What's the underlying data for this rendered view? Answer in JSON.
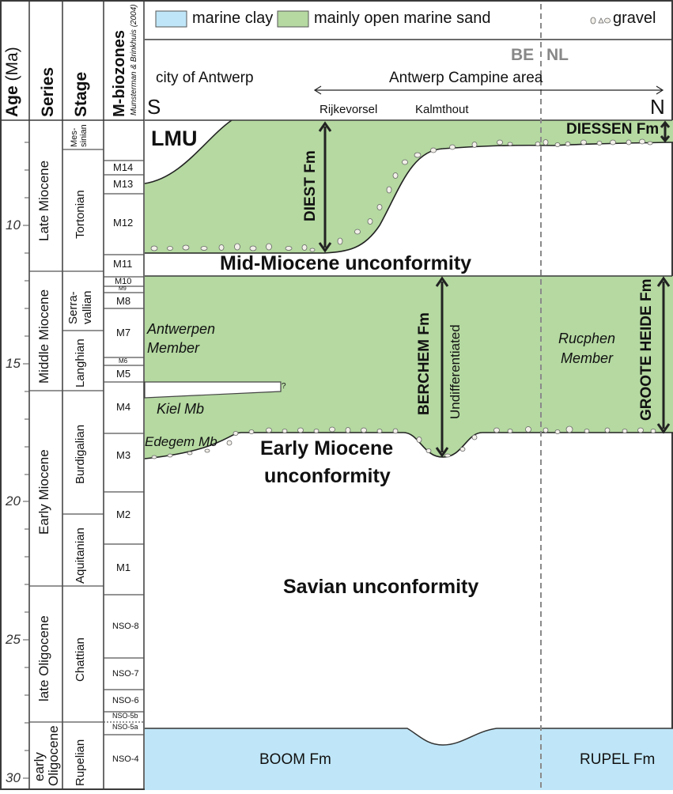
{
  "header": {
    "age_label": "Age",
    "age_unit": "(Ma)",
    "series_label": "Series",
    "stage_label": "Stage",
    "mzones_label": "M-biozones",
    "mzones_source": "Munsterman & Brinkhuis (2004)"
  },
  "legend": {
    "items": [
      {
        "label": "marine clay",
        "color": "#bfe6f8"
      },
      {
        "label": "mainly open marine sand",
        "color": "#b5d9a1"
      },
      {
        "label": "gravel",
        "color": "#f3f0ea"
      }
    ]
  },
  "section": {
    "south": "S",
    "north": "N",
    "city": "city of Antwerp",
    "campine": "Antwerp Campine area",
    "border_be": "BE",
    "border_nl": "NL",
    "locality_1": "Rijkevorsel",
    "locality_2": "Kalmthout"
  },
  "ages": [
    {
      "label": "10",
      "ma": 10
    },
    {
      "label": "15",
      "ma": 15
    },
    {
      "label": "20",
      "ma": 20
    },
    {
      "label": "25",
      "ma": 25
    },
    {
      "label": "30",
      "ma": 30
    }
  ],
  "series": [
    {
      "label": "Late Miocene"
    },
    {
      "label": "Middle Miocene"
    },
    {
      "label": "Early Miocene"
    },
    {
      "label": "late Oligocene"
    },
    {
      "label_1": "early",
      "label_2": "Oligocene"
    }
  ],
  "stages": [
    {
      "label_1": "Mes-",
      "label_2": "sinian"
    },
    {
      "label": "Tortonian"
    },
    {
      "label_1": "Serra-",
      "label_2": "vallian"
    },
    {
      "label": "Langhian"
    },
    {
      "label": "Burdigalian"
    },
    {
      "label": "Aquitanian"
    },
    {
      "label": "Chattian"
    },
    {
      "label": "Rupelian"
    }
  ],
  "mzones": [
    "M14",
    "M13",
    "M12",
    "M11",
    "M10",
    "M9",
    "M8",
    "M7",
    "M6",
    "M5",
    "M4",
    "M3",
    "M2",
    "M1",
    "NSO-8",
    "NSO-7",
    "NSO-6",
    "NSO-5b",
    "NSO-5a",
    "NSO-4"
  ],
  "units": {
    "lmu": "LMU",
    "diest": "DIEST Fm",
    "diessen": "DIESSEN Fm",
    "mid_miocene": "Mid-Miocene unconformity",
    "antwerpen_1": "Antwerpen",
    "antwerpen_2": "Member",
    "kiel": "Kiel Mb",
    "edegem": "Edegem Mb",
    "berchem": "BERCHEM Fm",
    "undiff": "Undifferentiated",
    "rucphen_1": "Rucphen",
    "rucphen_2": "Member",
    "groote_heide": "GROOTE HEIDE Fm",
    "early_miocene_1": "Early Miocene",
    "early_miocene_2": "unconformity",
    "savian": "Savian unconformity",
    "boom": "BOOM Fm",
    "rupel": "RUPEL Fm",
    "question": "?"
  },
  "colors": {
    "sand": "#b5d9a1",
    "clay": "#bfe6f8",
    "line": "#3a3a3a",
    "border_gray": "#8a8a8a"
  }
}
